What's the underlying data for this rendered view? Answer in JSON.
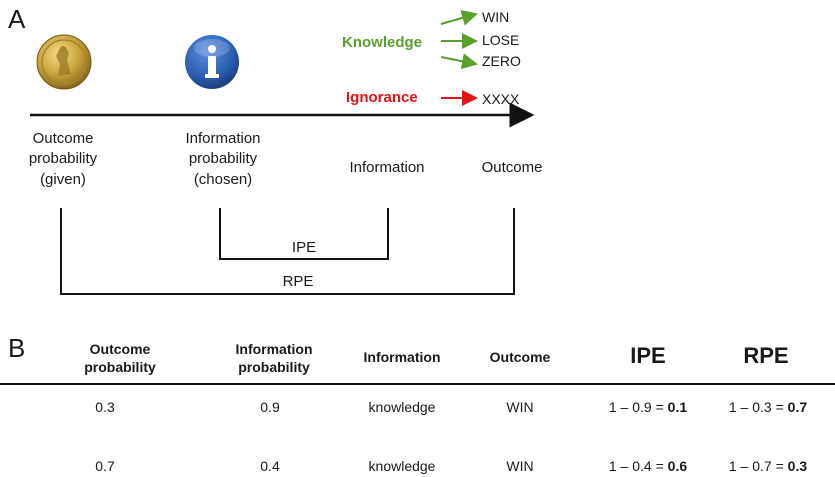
{
  "panel_a": {
    "letter": "A",
    "knowledge_label": "Knowledge",
    "ignorance_label": "Ignorance",
    "knowledge_outcomes": [
      "WIN",
      "LOSE",
      "ZERO"
    ],
    "ignorance_outcome": "XXXX",
    "timeline_labels": {
      "outcome_probability": "Outcome\nprobability\n(given)",
      "information_probability": "Information\nprobability\n(chosen)",
      "information": "Information",
      "outcome": "Outcome"
    },
    "bracket_ipe": "IPE",
    "bracket_rpe": "RPE",
    "info_icon_glyph": "i",
    "colors": {
      "knowledge": "#5aa02c",
      "ignorance": "#e3121b",
      "info_blue": "#2a5db0",
      "coin_gold": "#c9a23a"
    }
  },
  "panel_b": {
    "letter": "B",
    "headers": {
      "outcome_probability": "Outcome\nprobability",
      "information_probability": "Information\nprobability",
      "information": "Information",
      "outcome": "Outcome",
      "ipe": "IPE",
      "rpe": "RPE"
    },
    "rows": [
      {
        "outcome_probability": "0.3",
        "information_probability": "0.9",
        "information": "knowledge",
        "outcome": "WIN",
        "ipe_expr": "1 – 0.9 = ",
        "ipe_val": "0.1",
        "rpe_expr": "1 – 0.3 = ",
        "rpe_val": "0.7"
      },
      {
        "outcome_probability": "0.7",
        "information_probability": "0.4",
        "information": "knowledge",
        "outcome": "WIN",
        "ipe_expr": "1 – 0.4 = ",
        "ipe_val": "0.6",
        "rpe_expr": "1 – 0.7 = ",
        "rpe_val": "0.3"
      }
    ]
  }
}
